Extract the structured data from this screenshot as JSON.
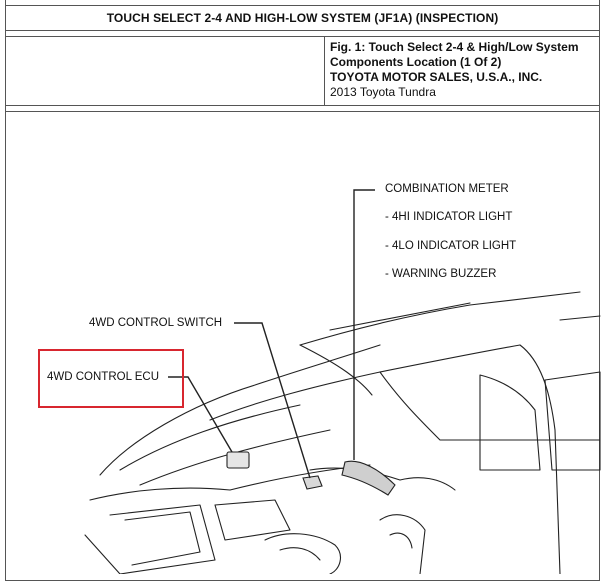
{
  "document": {
    "title": "TOUCH SELECT 2-4 AND HIGH-LOW SYSTEM (JF1A) (INSPECTION)",
    "figure_caption_line1": "Fig. 1: Touch Select 2-4 & High/Low System",
    "figure_caption_line2": "Components Location (1 Of 2)",
    "publisher": "TOYOTA MOTOR SALES, U.S.A., INC.",
    "vehicle": "2013 Toyota Tundra"
  },
  "labels": {
    "combination_meter": "COMBINATION METER",
    "indicator_4hi": "- 4HI INDICATOR LIGHT",
    "indicator_4lo": "- 4LO INDICATOR LIGHT",
    "warning_buzzer": "- WARNING BUZZER",
    "control_switch": "4WD CONTROL SWITCH",
    "control_ecu": "4WD CONTROL ECU"
  },
  "colors": {
    "highlight": "#d8262f",
    "line": "#222222"
  }
}
